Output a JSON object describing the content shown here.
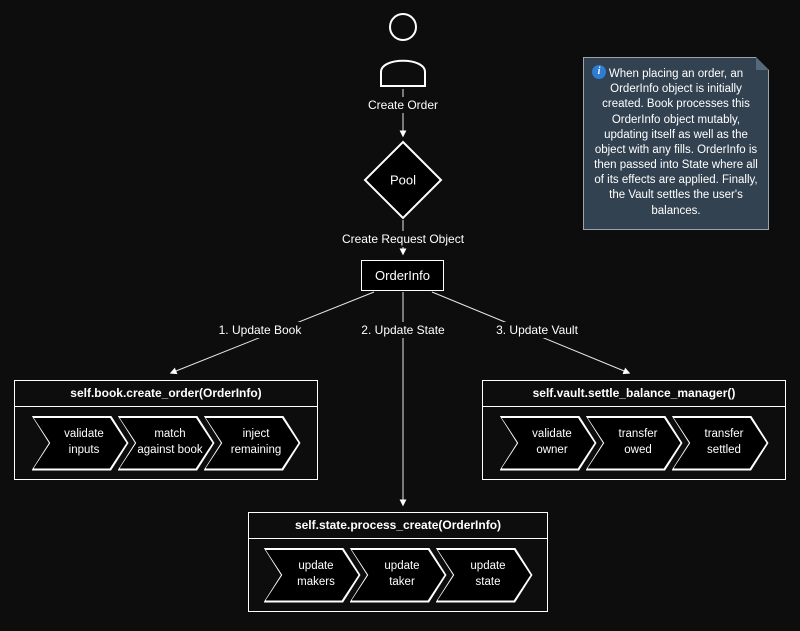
{
  "colors": {
    "background": "#0d0d0d",
    "stroke": "#ffffff",
    "note_background": "#334250",
    "note_border": "#9aa4ad",
    "info_icon": "#2d7dd2"
  },
  "nodes": {
    "pool": "Pool",
    "order_info": "OrderInfo"
  },
  "edges": {
    "create_order_label": "Create Order",
    "create_request_label": "Create Request Object",
    "update_book_label": "1. Update Book",
    "update_state_label": "2. Update State",
    "update_vault_label": "3. Update Vault"
  },
  "groups": [
    {
      "title": "self.book.create_order(OrderInfo)",
      "steps": [
        {
          "line1": "validate",
          "line2": "inputs"
        },
        {
          "line1": "match",
          "line2": "against book"
        },
        {
          "line1": "inject",
          "line2": "remaining"
        }
      ]
    },
    {
      "title": "self.vault.settle_balance_manager()",
      "steps": [
        {
          "line1": "validate",
          "line2": "owner"
        },
        {
          "line1": "transfer",
          "line2": "owed"
        },
        {
          "line1": "transfer",
          "line2": "settled"
        }
      ]
    },
    {
      "title": "self.state.process_create(OrderInfo)",
      "steps": [
        {
          "line1": "update",
          "line2": "makers"
        },
        {
          "line1": "update",
          "line2": "taker"
        },
        {
          "line1": "update",
          "line2": "state"
        }
      ]
    }
  ],
  "note": {
    "icon_glyph": "i",
    "text": "When placing an order, an OrderInfo object is initially created. Book processes this OrderInfo object mutably, updating itself as well as the object with any fills. OrderInfo is then passed into State where all of its effects are applied. Finally, the Vault settles the user's balances."
  }
}
